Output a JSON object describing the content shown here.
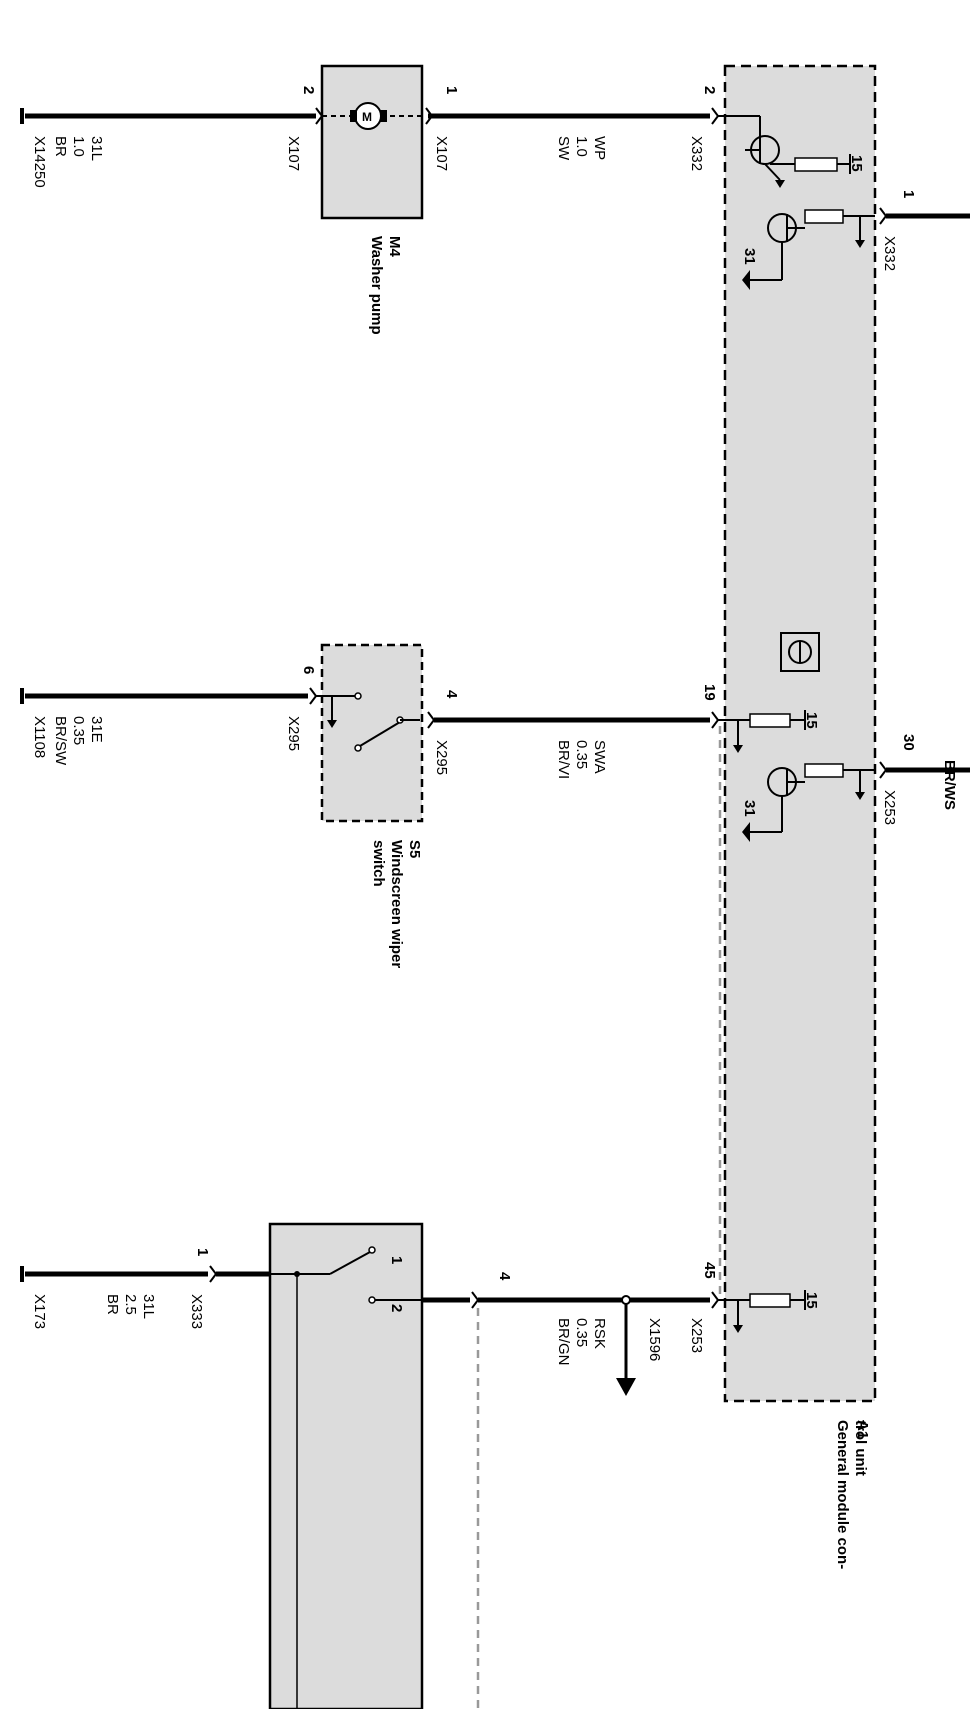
{
  "colors": {
    "module_fill": "#dcdcdc",
    "wire": "#000000",
    "dashed_wire": "#999999",
    "border": "#000000"
  },
  "diagram_title": "",
  "module": {
    "code": "A1",
    "name": "General module con-trol unit"
  },
  "pump": {
    "code": "M4",
    "name": "Washer pump",
    "motor_icon": "motor-icon"
  },
  "switch": {
    "code": "S5",
    "name": "Windscreen wiper switch"
  },
  "blocks": {
    "b1": {
      "pin_left": "2",
      "pin_left_conn": "X107",
      "pin_right": "1",
      "pin_right_conn": "X107",
      "ground": "X14250",
      "ground_wire": [
        "31L",
        "1.0",
        "BR"
      ],
      "module_pin": "2",
      "module_conn": "X332",
      "wire": [
        "WP",
        "1.0",
        "SW"
      ],
      "out_pin": "1",
      "out_conn": "X332",
      "term15": "15",
      "term31": "31"
    },
    "b2": {
      "pin_left": "6",
      "pin_left_conn": "X295",
      "pin_right": "4",
      "pin_right_conn": "X295",
      "ground": "X1108",
      "ground_wire": [
        "31E",
        "0.35",
        "BR/SW"
      ],
      "module_pin": "19",
      "wire": [
        "SWA",
        "0.35",
        "BR/VI"
      ],
      "out_pin": "30",
      "out_conn": "X253",
      "out_wire": "BR/WS",
      "term15": "15",
      "term31": "31"
    },
    "b3": {
      "switch_pin_1": "1",
      "switch_pin_2": "2",
      "ground_pin": "1",
      "ground_conn": "X333",
      "ground": "X173",
      "ground_wire": [
        "31L",
        "2.5",
        "BR"
      ],
      "in_pin": "4",
      "module_pin": "45",
      "module_conn": "X253",
      "branch": "X1596",
      "wire": [
        "RSK",
        "0.35",
        "BR/GN"
      ],
      "term15": "15"
    }
  }
}
